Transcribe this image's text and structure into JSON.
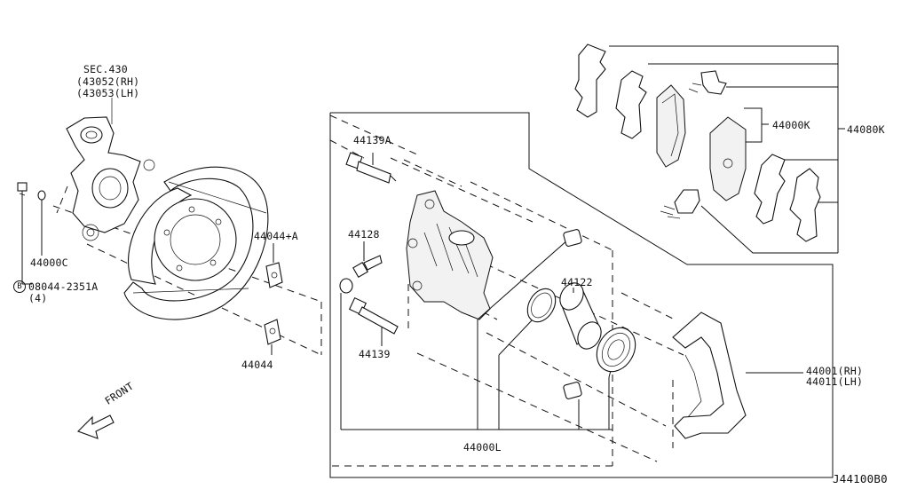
{
  "diagram_code": "J44100B0",
  "front_label": "FRONT",
  "labels": {
    "sec": "SEC.430",
    "knuckle_rh": "(43052(RH)",
    "knuckle_lh": "(43053(LH)",
    "bolt_part": "08044-2351A",
    "bolt_qty": "(4)",
    "bolt_circle": "B",
    "washer": "44000C",
    "plate_a": "44044+A",
    "plate": "44044",
    "pin_a": "44139A",
    "bleeder": "44128",
    "pin": "44139",
    "piston": "44122",
    "seal_kit": "44000L",
    "pad_kit": "44000K",
    "pad_set": "44080K",
    "caliper_rh": "44001(RH)",
    "caliper_lh": "44011(LH)"
  }
}
